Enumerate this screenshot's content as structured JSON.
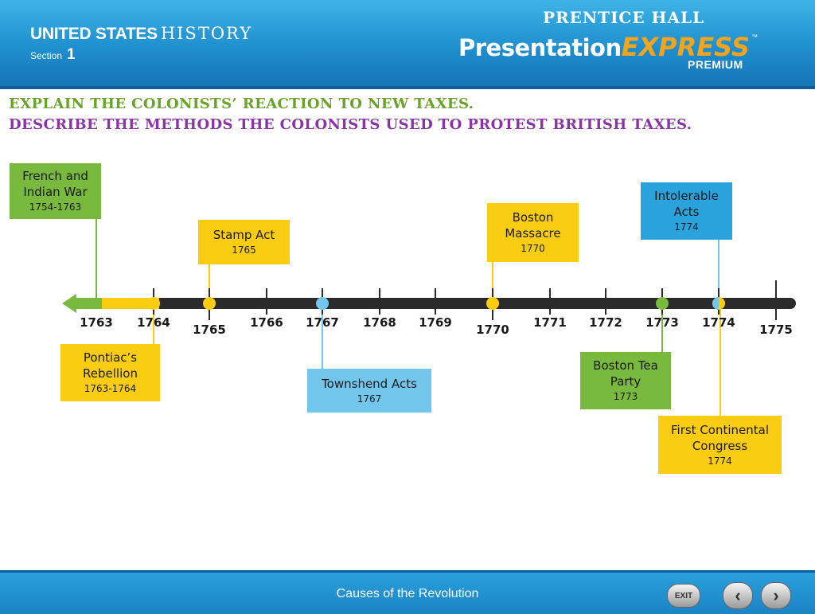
{
  "header": {
    "brand_main": "UNITED STATES",
    "brand_sub": "HISTORY",
    "section_label": "Section",
    "section_number": "1",
    "publisher": "PRENTICE HALL",
    "product_main": "Presentation",
    "product_accent": "EXPRESS",
    "trademark": "™",
    "product_tier": "PREMIUM"
  },
  "objectives": [
    "Explain the colonists’ reaction to new taxes.",
    "Describe the methods the colonists used to protest British taxes."
  ],
  "timeline": {
    "years": [
      "1763",
      "1764",
      "1765",
      "1766",
      "1767",
      "1768",
      "1769",
      "1770",
      "1771",
      "1772",
      "1773",
      "1774",
      "1775"
    ],
    "events": [
      {
        "title": "French and Indian War",
        "years": "1754-1763",
        "color": "#79b93e"
      },
      {
        "title": "Stamp Act",
        "years": "1765",
        "color": "#fbcd12"
      },
      {
        "title": "Boston Massacre",
        "years": "1770",
        "color": "#fbcd12"
      },
      {
        "title": "Intolerable Acts",
        "years": "1774",
        "color": "#72c6ec"
      },
      {
        "title": "Pontiac’s Rebellion",
        "years": "1763-1764",
        "color": "#fbcd12"
      },
      {
        "title": "Townshend Acts",
        "years": "1767",
        "color": "#72c6ec"
      },
      {
        "title": "Boston Tea Party",
        "years": "1773",
        "color": "#79b93e"
      },
      {
        "title": "First Continental Congress",
        "years": "1774",
        "color": "#fbcd12"
      }
    ]
  },
  "footer": {
    "title": "Causes of the Revolution",
    "exit_label": "EXIT",
    "prev_icon": "chevron-left-icon",
    "next_icon": "chevron-right-icon"
  }
}
